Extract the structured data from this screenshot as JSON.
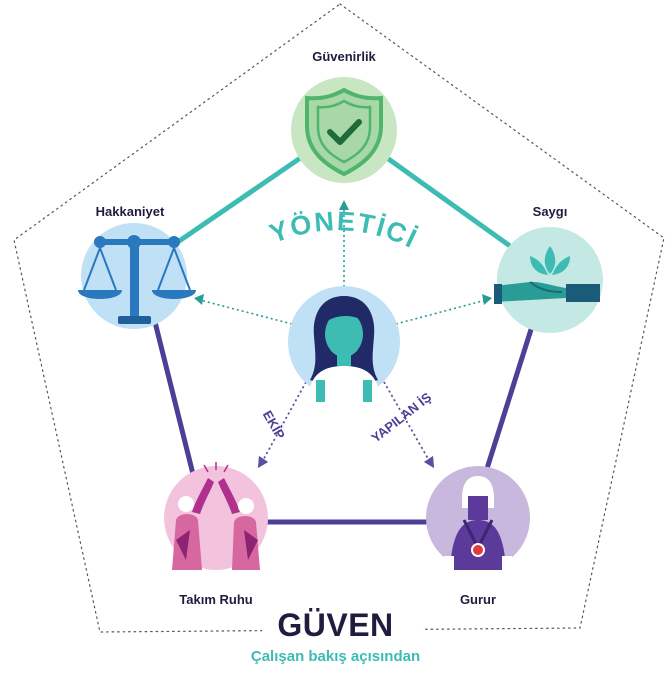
{
  "diagram": {
    "title": "GÜVEN",
    "subtitle": "Çalışan bakış açısından",
    "center_label": "YÖNETİCİ",
    "arrow_label_left": "EKİP",
    "arrow_label_right": "YAPILAN İŞ",
    "nodes": {
      "guvenirlik": "Güvenirlik",
      "hakkaniyet": "Hakkaniyet",
      "saygi": "Saygı",
      "takim_ruhu": "Takım Ruhu",
      "gurur": "Gurur"
    }
  },
  "colors": {
    "teal": "#3dbcb4",
    "navy": "#1f1d3f",
    "purple": "#4c3f96",
    "green_bg": "#c8e6c1",
    "green": "#4fb56a",
    "blue_bg": "#bfe0f5",
    "blue": "#2a78bd",
    "teal_bg": "#c4e8e4",
    "pink_bg": "#f3c3de",
    "magenta": "#b0308d",
    "lilac_bg": "#c9b8dd",
    "violet": "#5b3a99",
    "red": "#e23b3b"
  }
}
